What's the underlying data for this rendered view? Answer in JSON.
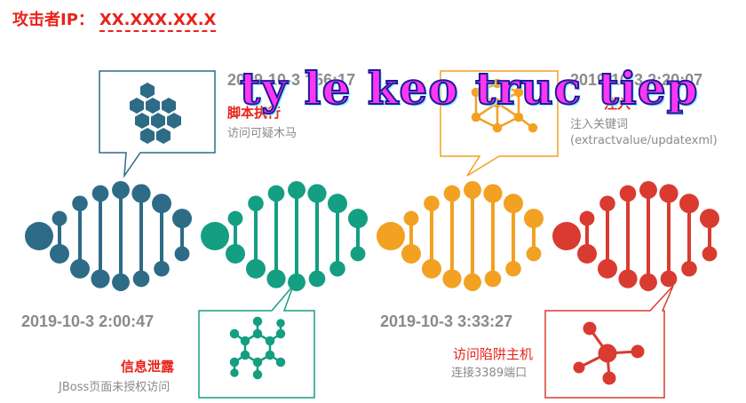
{
  "header": {
    "label": "攻击者IP：",
    "ip": "XX.XXX.XX.X"
  },
  "watermark": "ty le keo truc tiep",
  "events": [
    {
      "time": "2019-10-3 2:00:47",
      "title": "信息泄露",
      "desc": "JBoss页面未授权访问",
      "color": "#149e82",
      "icon": "molecule-network-icon"
    },
    {
      "time": "2019-10-3 ?56:17",
      "title": "脚本执行",
      "desc": "访问可疑木马",
      "color": "#2d6b87",
      "icon": "hexagon-cluster-icon"
    },
    {
      "time": "2019-10-3 3:33:27",
      "title": "访问陷阱主机",
      "desc": "连接3389端口",
      "color": "#d93b30",
      "icon": "node-graph-icon"
    },
    {
      "time": "2019-10-3 2:20:07",
      "title": "注入",
      "desc": "注入关键词",
      "desc2": "(extractvalue/updatexml)",
      "color": "#f2a122",
      "icon": "cube-network-icon"
    }
  ]
}
